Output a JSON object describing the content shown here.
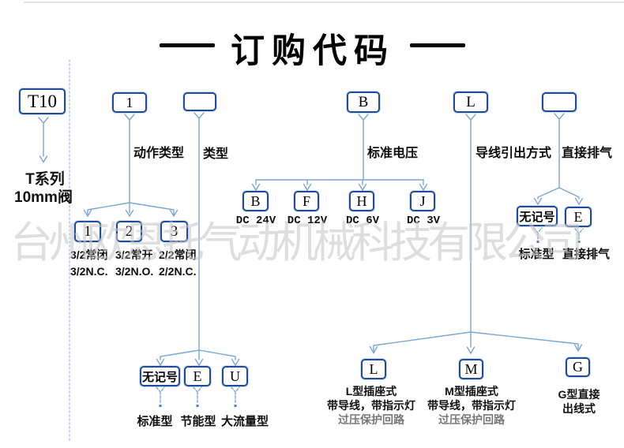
{
  "title": {
    "text": "订购代码"
  },
  "watermark": "台州欧恩托气动机械科技有限公司",
  "code_row": {
    "t10": "T10",
    "action": "1",
    "type": "",
    "voltage": "B",
    "lead": "L",
    "exhaust": ""
  },
  "series_note": {
    "line1": "T系列",
    "line2": "10mm阀"
  },
  "groups": {
    "action": {
      "label": "动作类型",
      "options": [
        {
          "code": "1",
          "line1": "3/2常闭",
          "line2": "3/2N.C."
        },
        {
          "code": "2",
          "line1": "3/2常开",
          "line2": "3/2N.O."
        },
        {
          "code": "3",
          "line1": "2/2常闭",
          "line2": "2/2N.C."
        }
      ]
    },
    "type": {
      "label": "类型",
      "options": [
        {
          "code": "无记号",
          "desc": "标准型"
        },
        {
          "code": "E",
          "desc": "节能型"
        },
        {
          "code": "U",
          "desc": "大流量型"
        }
      ]
    },
    "voltage": {
      "label": "标准电压",
      "options": [
        {
          "code": "B",
          "desc": "DC 24V"
        },
        {
          "code": "F",
          "desc": "DC 12V"
        },
        {
          "code": "H",
          "desc": "DC 6V"
        },
        {
          "code": "J",
          "desc": "DC 3V"
        }
      ]
    },
    "lead": {
      "label": "导线引出方式",
      "options": [
        {
          "code": "L",
          "line1": "L型插座式",
          "line2": "带导线，带指示灯",
          "line3": "过压保护回路"
        },
        {
          "code": "M",
          "line1": "M型插座式",
          "line2": "带导线，带指示灯",
          "line3": "过压保护回路"
        },
        {
          "code": "G",
          "line1": "G型直接",
          "line2": "出线式",
          "line3": ""
        }
      ]
    },
    "exhaust": {
      "label": "直接排气",
      "options": [
        {
          "code": "无记号",
          "desc": "标准型"
        },
        {
          "code": "E",
          "desc": "直接排气"
        }
      ]
    }
  }
}
